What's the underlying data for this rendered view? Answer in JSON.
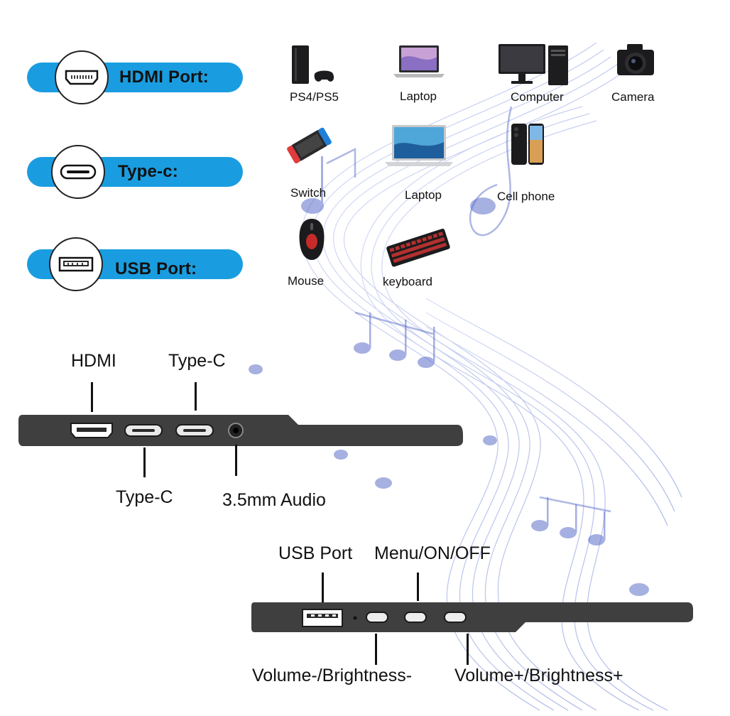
{
  "ports": [
    {
      "label": "HDMI Port:",
      "icon": "hdmi-icon"
    },
    {
      "label": "Type-c:",
      "icon": "usb-c-icon"
    },
    {
      "label": "USB Port:",
      "icon": "usb-a-icon"
    }
  ],
  "devices": {
    "ps": "PS4/PS5",
    "laptop1": "Laptop",
    "computer": "Computer",
    "camera": "Camera",
    "switch": "Switch",
    "laptop2": "Laptop",
    "cellphone": "Cell phone",
    "mouse": "Mouse",
    "keyboard": "keyboard"
  },
  "side_view_1": {
    "hdmi": "HDMI",
    "typec_top": "Type-C",
    "typec_bottom": "Type-C",
    "audio": "3.5mm Audio"
  },
  "side_view_2": {
    "usb": "USB Port",
    "menu": "Menu/ON/OFF",
    "vol_minus": "Volume-/Brightness-",
    "vol_plus": "Volume+/Brightness+"
  },
  "colors": {
    "pill_blue": "#1a9de0",
    "bezel": "#3f3f40",
    "swirl": "#5c6fc9"
  }
}
